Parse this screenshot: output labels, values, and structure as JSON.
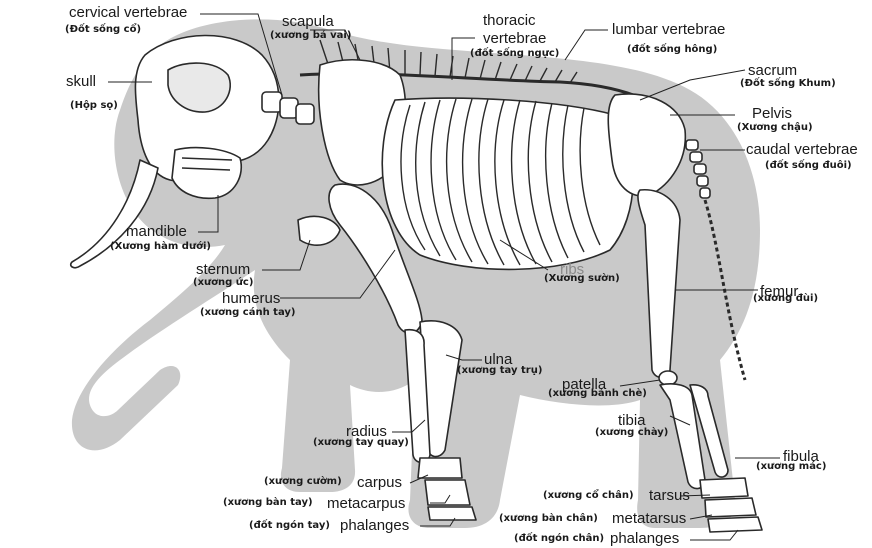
{
  "labels": {
    "cervical": {
      "en": "cervical vertebrae",
      "vi": "(Đốt sống cổ)"
    },
    "scapula": {
      "en": "scapula",
      "vi": "(xương bả vai)"
    },
    "thoracic": {
      "en_line1": "thoracic",
      "en_line2": "vertebrae",
      "vi": "(đốt sống ngực)"
    },
    "lumbar": {
      "en": "lumbar vertebrae",
      "vi": "(đốt sống hông)"
    },
    "sacrum": {
      "en": "sacrum",
      "vi": "(Đốt sống Khum)"
    },
    "pelvis": {
      "en": "Pelvis",
      "vi": "(Xương chậu)"
    },
    "caudal": {
      "en": "caudal vertebrae",
      "vi": "(đốt sống đuôi)"
    },
    "skull": {
      "en": "skull",
      "vi": "(Hộp sọ)"
    },
    "mandible": {
      "en": "mandible",
      "vi": "(Xương hàm dưới)"
    },
    "sternum": {
      "en": "sternum",
      "vi": "(xương ức)"
    },
    "humerus": {
      "en": "humerus",
      "vi": "(xương cánh tay)"
    },
    "ribs": {
      "en": "ribs",
      "vi": "(Xương sườn)"
    },
    "femur": {
      "en": "femur",
      "vi": "(xương đùi)"
    },
    "ulna": {
      "en": "ulna",
      "vi": "(xương tay trụ)"
    },
    "patella": {
      "en": "patella",
      "vi": "(xương bánh chè)"
    },
    "radius": {
      "en": "radius",
      "vi": "(xương tay quay)"
    },
    "tibia": {
      "en": "tibia",
      "vi": "(xương chày)"
    },
    "fibula": {
      "en": "fibula",
      "vi": "(xương mác)"
    },
    "carpus": {
      "en": "carpus",
      "vi": "(xương cườm)"
    },
    "metacarpus": {
      "en": "metacarpus",
      "vi": "(xương bàn tay)"
    },
    "phalanges_front": {
      "en": "phalanges",
      "vi": "(đốt ngón tay)"
    },
    "tarsus": {
      "en": "tarsus",
      "vi": "(xương cổ chân)"
    },
    "metatarsus": {
      "en": "metatarsus",
      "vi": "(xương bàn chân)"
    },
    "phalanges_hind": {
      "en": "phalanges",
      "vi": "(đốt ngón chân)"
    }
  },
  "colors": {
    "silhouette": "#c9c9c9",
    "bone_fill": "#ffffff",
    "bone_stroke": "#2a2a2a",
    "leader": "#222222",
    "background": "#ffffff"
  }
}
